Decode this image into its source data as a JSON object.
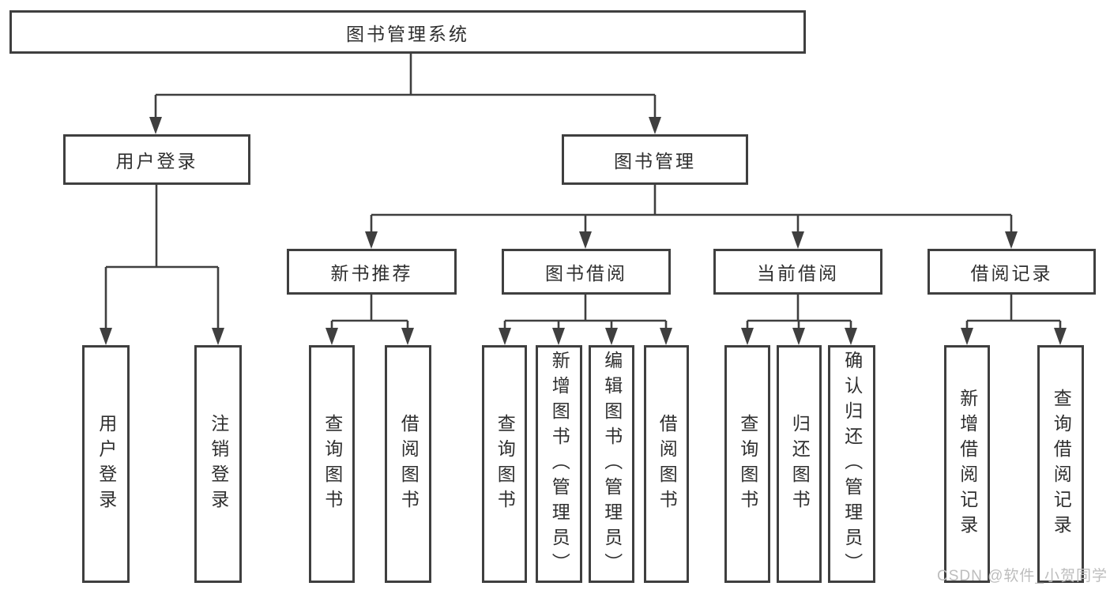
{
  "diagram": {
    "root": "图书管理系统",
    "level2": [
      "用户登录",
      "图书管理"
    ],
    "level3": [
      "新书推荐",
      "图书借阅",
      "当前借阅",
      "借阅记录"
    ],
    "leaves": [
      "用户登录",
      "注销登录",
      "查询图书",
      "借阅图书",
      "查询图书",
      "新增图书（管理员）",
      "编辑图书（管理员）",
      "借阅图书",
      "查询图书",
      "归还图书",
      "确认归还（管理员）",
      "新增借阅记录",
      "查询借阅记录"
    ]
  },
  "watermark": "CSDN @软件_小贺同学",
  "colors": {
    "line": "#3f3f3f",
    "text": "#2f2f2f",
    "background": "#ffffff",
    "watermark": "#bdbdbd"
  }
}
